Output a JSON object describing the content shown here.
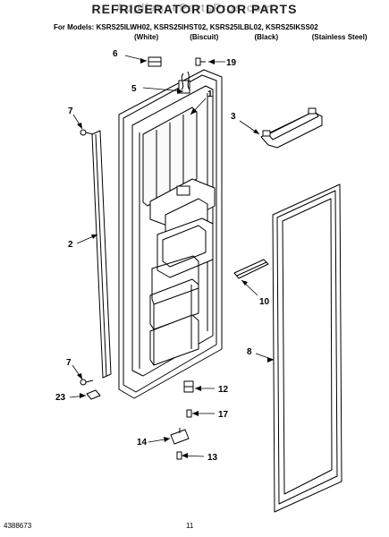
{
  "header": {
    "watermark": "AppliancePartsPros.com",
    "title": "REFRIGERATOR DOOR PARTS",
    "models_prefix": "For Models:",
    "models": "KSRS25ILWH02, KSRS25IHST02, KSRS25ILBL02, KSRS25IKSS02",
    "colors": [
      "(White)",
      "(Biscuit)",
      "(Black)",
      "(Stainless Steel)"
    ]
  },
  "callouts": {
    "c1": "1",
    "c2": "2",
    "c3": "3",
    "c5": "5",
    "c6": "6",
    "c7a": "7",
    "c7b": "7",
    "c8": "8",
    "c10": "10",
    "c12": "12",
    "c13": "13",
    "c14": "14",
    "c17": "17",
    "c19": "19",
    "c23": "23"
  },
  "footer": {
    "doc_number": "4388673",
    "page": "11"
  }
}
